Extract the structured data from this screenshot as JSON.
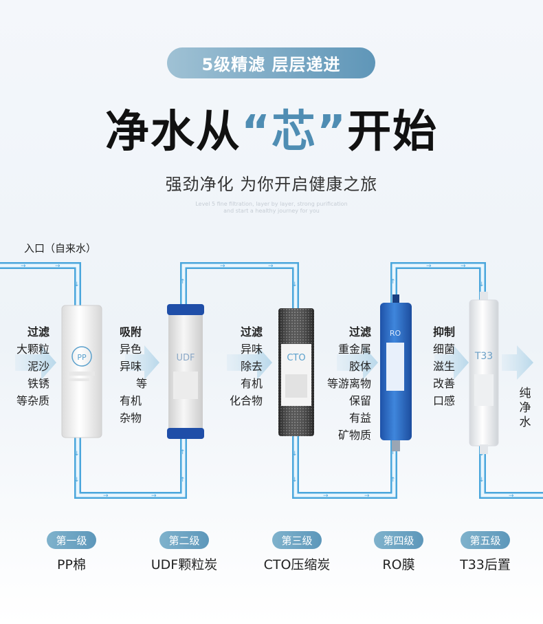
{
  "header": {
    "pill": "5级精滤 层层递进",
    "title_pre": "净水从",
    "title_accent": "“芯”",
    "title_post": "开始",
    "subtitle": "强劲净化 为你开启健康之旅",
    "en_line1": "Level 5 fine filtration, layer by layer, strong purification",
    "en_line2": "and start a healthy journey for you"
  },
  "inlet_label": "入口（自来水）",
  "outlet_label": "纯净水",
  "colors": {
    "pipe": "#4aa6dc",
    "accent": "#4f8db3",
    "badge": "#6aa3c3",
    "ro_blue": "#2f6fc6",
    "udf_cap": "#1f4ea8"
  },
  "stages": [
    {
      "badge": "第一级",
      "name": "PP棉",
      "icon_text": "PP",
      "desc_title": "过滤",
      "desc_lines": [
        "大颗粒",
        "泥沙",
        "铁锈",
        "等杂质"
      ]
    },
    {
      "badge": "第二级",
      "name": "UDF颗粒炭",
      "icon_text": "UDF",
      "desc_title": "吸附",
      "desc_lines": [
        "异色",
        "异味",
        "等",
        "有机",
        "杂物"
      ]
    },
    {
      "badge": "第三级",
      "name": "CTO压缩炭",
      "icon_text": "CTO",
      "desc_title": "过滤",
      "desc_lines": [
        "异味",
        "除去",
        "有机",
        "化合物"
      ]
    },
    {
      "badge": "第四级",
      "name": "RO膜",
      "icon_text": "RO",
      "desc_title": "过滤",
      "desc_lines": [
        "重金属",
        "胶体",
        "等游离物",
        "保留",
        "有益",
        "矿物质"
      ]
    },
    {
      "badge": "第五级",
      "name": "T33后置",
      "icon_text": "T33",
      "desc_title": "抑制",
      "desc_lines": [
        "细菌",
        "滋生",
        "改善",
        "口感"
      ]
    }
  ]
}
